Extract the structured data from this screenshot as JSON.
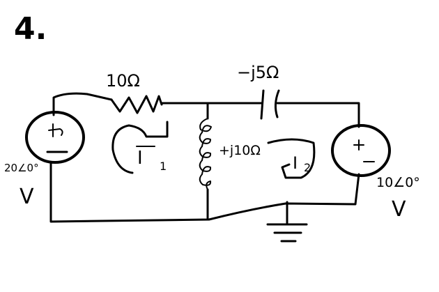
{
  "problem_number": "4.",
  "sources": {
    "left": {
      "value": "20∠0°",
      "unit": "V"
    },
    "right": {
      "value": "10∠0°",
      "unit": "V"
    }
  },
  "components": {
    "resistor": "10Ω",
    "capacitor": "−j5Ω",
    "inductor": "+j10Ω"
  },
  "currents": {
    "mesh1": {
      "symbol": "I",
      "subscript": "1"
    },
    "mesh2": {
      "symbol": "I",
      "subscript": "2"
    }
  }
}
